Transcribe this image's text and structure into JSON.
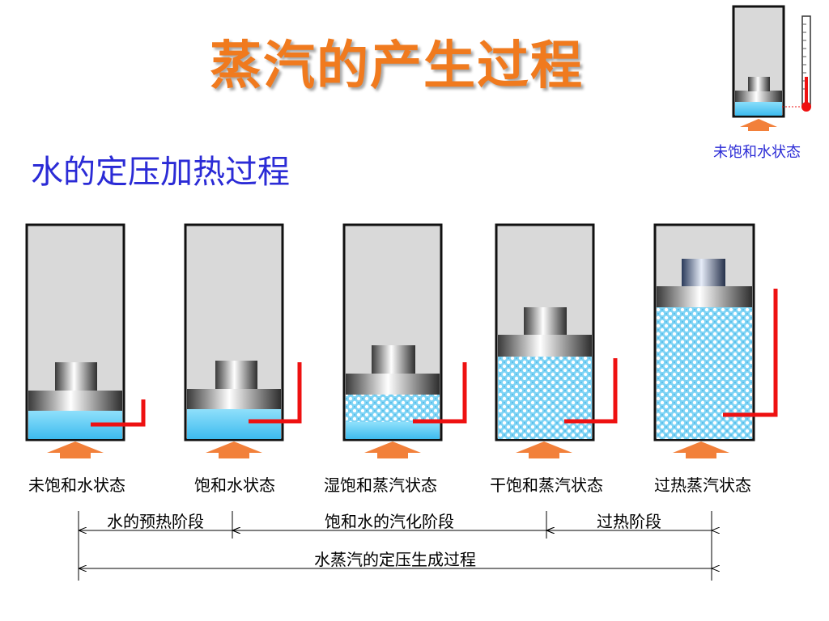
{
  "title": "蒸汽的产生过程",
  "subtitle": "水的定压加热过程",
  "reference": {
    "label": "未饱和水状态"
  },
  "states": [
    {
      "label": "未饱和水状态"
    },
    {
      "label": "饱和水状态"
    },
    {
      "label": "湿饱和蒸汽状态"
    },
    {
      "label": "干饱和蒸汽状态"
    },
    {
      "label": "过热蒸汽状态"
    }
  ],
  "stages": {
    "preheat": "水的预热阶段",
    "vaporize": "饱和水的汽化阶段",
    "superheat": "过热阶段",
    "overall": "水蒸汽的定压生成过程"
  },
  "colors": {
    "title": "#f07a1e",
    "subtitle": "#2b2bd6",
    "water": "#5ac8f0",
    "steam": "#7ed3f5",
    "thermometer": "#ee1111",
    "heat_arrow": "#f2803a"
  }
}
